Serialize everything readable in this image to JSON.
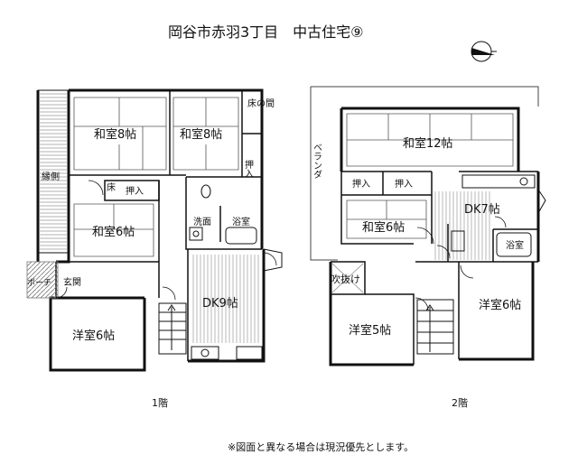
{
  "title": "岡谷市赤羽3丁目　中古住宅⑨",
  "note": "※図面と異なる場合は現況優先とします。",
  "colors": {
    "line": "#111111",
    "tatami": "#555555",
    "veranda": "#444444",
    "porch_hatch": "#7a7a7a"
  },
  "floor1": {
    "label": "1階",
    "rooms": {
      "washitsu8a": "和室8帖",
      "washitsu8b": "和室8帖",
      "toko": "床の間",
      "oshiire_tall": "押入",
      "engawa": "縁側",
      "yuka_small": "床",
      "oshiire_small": "押入",
      "washitsu6": "和室6帖",
      "senmen": "洗面",
      "yokushitsu": "浴室",
      "porch": "ポーチ",
      "genkan": "玄関",
      "dk9": "DK9帖",
      "youshitsu6": "洋室6帖"
    }
  },
  "floor2": {
    "label": "2階",
    "rooms": {
      "veranda": "ベランダ",
      "washitsu12": "和室12帖",
      "oshiire1": "押入",
      "oshiire2": "押入",
      "washitsu6": "和室6帖",
      "dk7": "DK7帖",
      "yokushitsu": "浴室",
      "fukinuke": "吹抜け",
      "youshitsu5": "洋室5帖",
      "youshitsu6": "洋室6帖"
    }
  },
  "icons": [
    "north-arrow-icon",
    "stairs-icon",
    "door-swing-icon",
    "sink-icon",
    "bathtub-icon",
    "toilet-icon"
  ]
}
